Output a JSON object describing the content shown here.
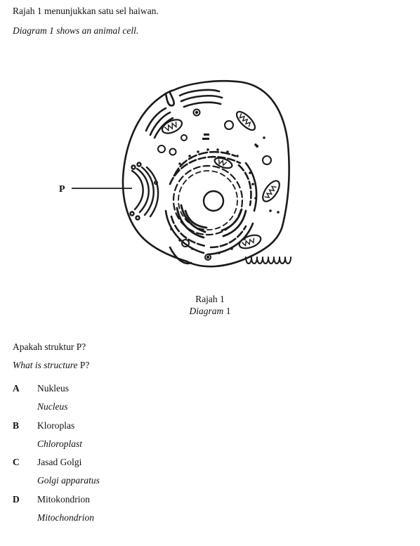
{
  "intro": {
    "malay": "Rajah 1 menunjukkan satu sel haiwan.",
    "english": "Diagram 1 shows an animal cell."
  },
  "diagram": {
    "label_p": "P",
    "caption_malay": "Rajah 1",
    "caption_english_word": "Diagram",
    "caption_english_num": "1"
  },
  "question": {
    "malay": "Apakah struktur P?",
    "english_italic": "What is structure",
    "english_tail": "P?"
  },
  "options": [
    {
      "letter": "A",
      "malay": "Nukleus",
      "english": "Nucleus"
    },
    {
      "letter": "B",
      "malay": "Kloroplas",
      "english": "Chloroplast"
    },
    {
      "letter": "C",
      "malay": "Jasad Golgi",
      "english": "Golgi apparatus"
    },
    {
      "letter": "D",
      "malay": "Mitokondrion",
      "english": "Mitochondrion"
    }
  ]
}
